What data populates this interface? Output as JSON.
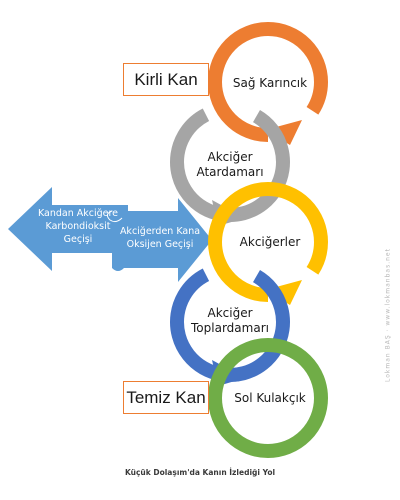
{
  "diagram": {
    "caption": "Küçük Dolaşım'da Kanın İzlediği Yol",
    "watermark": "Lokman BAŞ · www.lokmanbas.net",
    "dirty_blood_box": "Kirli Kan",
    "clean_blood_box": "Temiz Kan",
    "steps": [
      {
        "label": "Sağ Karıncık",
        "color": "#ed7d31"
      },
      {
        "label": "Akciğer\nAtardamarı",
        "color": "#a5a5a5"
      },
      {
        "label": "Akciğerler",
        "color": "#ffc000"
      },
      {
        "label": "Akciğer\nToplardamarı",
        "color": "#4472c4"
      },
      {
        "label": "Sol Kulakçık",
        "color": "#70ad47"
      }
    ],
    "left_arrow": {
      "text": "Kandan Akciğere\nKarbondioksit\nGeçişi",
      "color": "#5b9bd5"
    },
    "right_arrow": {
      "text": "Akciğerden Kana\nOksijen Geçişi",
      "color": "#5b9bd5"
    }
  }
}
